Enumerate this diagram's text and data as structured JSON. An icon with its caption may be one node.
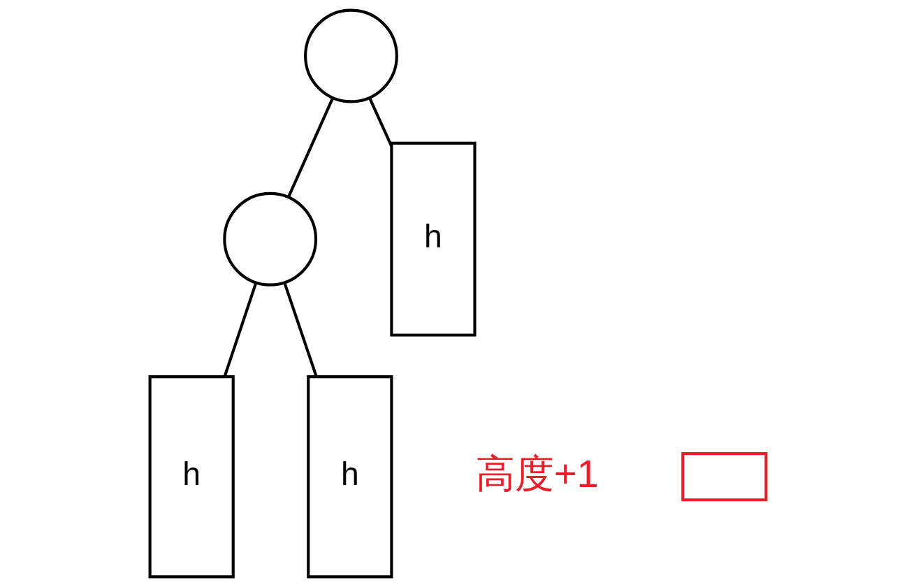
{
  "diagram": {
    "nodes": [
      {
        "text": [],
        "shape": "circle"
      },
      {
        "text": [],
        "shape": "circle"
      },
      {
        "text": [
          "h"
        ]
      },
      {
        "text": [
          "h"
        ]
      },
      {
        "text": [
          "h"
        ]
      },
      {
        "text": [],
        "shape": "box",
        "beside": [
          "高度+1"
        ]
      }
    ],
    "edges": [
      {
        "from": 0,
        "to": 1,
        "arrow": "none"
      },
      {
        "from": 0,
        "to": 2,
        "arrow": "none"
      },
      {
        "from": 1,
        "to": 3,
        "arrow": "none"
      },
      {
        "from": 1,
        "to": 4,
        "arrow": "none"
      }
    ]
  }
}
